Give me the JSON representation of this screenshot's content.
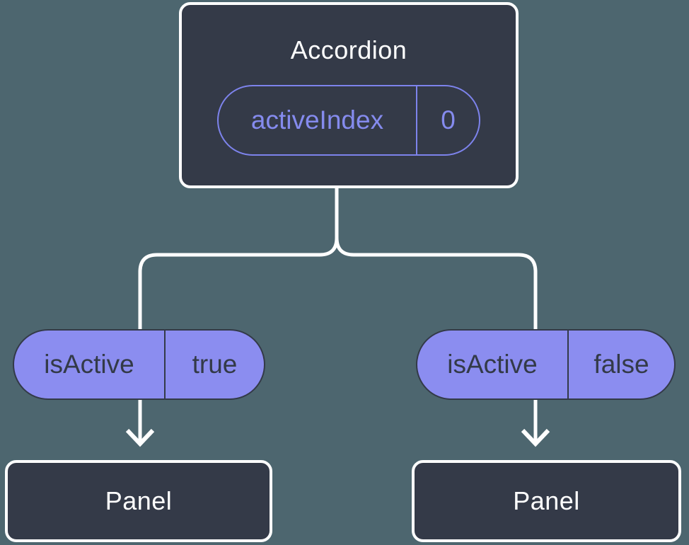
{
  "colors": {
    "background": "#4d666f",
    "node_fill": "#343a48",
    "node_border": "#ffffff",
    "connector": "#ffffff",
    "pill_fill": "#8b8df0",
    "pill_outline": "#7d83ec",
    "pill_text_purple": "#858bee",
    "pill_text_dark": "#333a48"
  },
  "root": {
    "title": "Accordion",
    "state": {
      "name": "activeIndex",
      "value": "0"
    }
  },
  "children": [
    {
      "prop": {
        "name": "isActive",
        "value": "true"
      },
      "node_label": "Panel"
    },
    {
      "prop": {
        "name": "isActive",
        "value": "false"
      },
      "node_label": "Panel"
    }
  ]
}
